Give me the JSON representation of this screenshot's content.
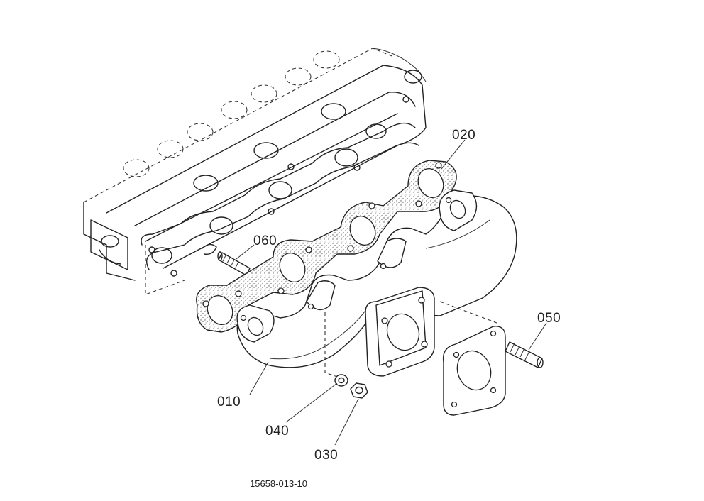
{
  "labels": {
    "part_010": "010",
    "part_020": "020",
    "part_030": "030",
    "part_040": "040",
    "part_050": "050",
    "part_060": "060"
  },
  "drawing_code": "15658-013-10"
}
